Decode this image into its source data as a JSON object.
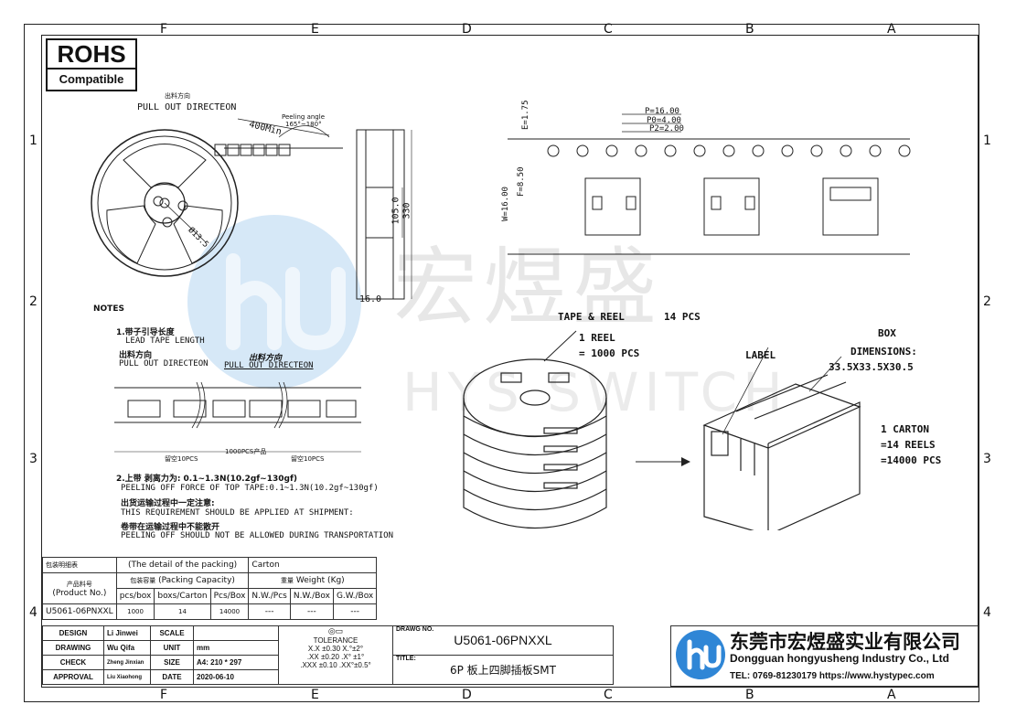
{
  "zones_top": [
    "F",
    "E",
    "D",
    "C",
    "B",
    "A"
  ],
  "zones_side": [
    "1",
    "2",
    "3",
    "4"
  ],
  "rohs": {
    "line1": "ROHS",
    "line2": "Compatible"
  },
  "watermark": {
    "cn": "宏煜盛",
    "en": "HYS SWITCH"
  },
  "reel": {
    "cn_pull": "出料方向",
    "pull_out": "PULL OUT DIRECTEON",
    "length": "400Min",
    "peeling": "Peeling angle",
    "peeling_range": "165°~180°",
    "hub": "Ø13.5",
    "dim_105": "105.0",
    "dim_330": "330",
    "dim_16": "16.0"
  },
  "tape": {
    "e": "E=1.75",
    "f": "F=8.50",
    "w": "W=16.00",
    "p": "P=16.00",
    "p0": "P0=4.00",
    "p2": "P2=2.00"
  },
  "notes": {
    "title": "NOTES",
    "n1_cn": "1.带子引导长度",
    "n1_en": "LEAD TAPE LENGTH",
    "n1_pull_cn": "出料方向",
    "n1_pull_en": "PULL OUT DIRECTEON",
    "n1_pull_cn2": "出料方向",
    "n1_pull_en2": "PULL OUT DIRECTEON",
    "empty_left": "留空10PCS",
    "full": "1000PCS产品",
    "empty_right": "留空10PCS",
    "n2_cn": "2.上带 剥离力为: 0.1~1.3N(10.2gf~130gf)",
    "n2_en": "PEELING OFF FORCE OF TOP TAPE:0.1~1.3N(10.2gf~130gf)",
    "n2_cn2": "出货运输过程中一定注意:",
    "n2_en2": "THIS REQUIREMENT SHOULD BE APPLIED AT SHIPMENT:",
    "n2_cn3": "卷带在运输过程中不能散开",
    "n2_en3": "PEELING OFF SHOULD NOT BE ALLOWED DURING TRANSPORTATION"
  },
  "packing": {
    "tape_reel": "TAPE & REEL",
    "pcs": "14 PCS",
    "reel1": "1 REEL",
    "reel_qty": "= 1000 PCS",
    "label": "LABEL",
    "box": "BOX",
    "dimensions": "DIMENSIONS:",
    "dim_value": "33.5X33.5X30.5",
    "carton": "1 CARTON",
    "reels": "=14 REELS",
    "pcs_total": "=14000 PCS"
  },
  "pack_table": {
    "header_cn": "包装明细表",
    "header_en": "(The detail of the packing)",
    "header_carton": "Carton",
    "col_product_cn": "产品料号",
    "col_product_en": "(Product No.)",
    "col_cap_cn": "包装容量",
    "col_cap_en": "(Packing Capacity)",
    "col_weight_cn": "重量",
    "col_weight_en": "Weight (Kg)",
    "sub": [
      "pcs/box",
      "boxs/Carton",
      "Pcs/Box",
      "N.W./Pcs",
      "N.W./Box",
      "G.W./Box"
    ],
    "row": {
      "product": "U5061-06PNXXL",
      "pcs_box": "1000",
      "boxs_carton": "14",
      "pcs_box2": "14000",
      "nw_pcs": "---",
      "nw_box": "---",
      "gw_box": "---"
    }
  },
  "title_block": {
    "design": "DESIGN",
    "design_name": "Li Jinwei",
    "drawing": "DRAWING",
    "drawing_name": "Wu Qifa",
    "check": "CHECK",
    "check_name": "Zheng Jinxian",
    "approval": "APPROVAL",
    "approval_name": "Liu Xiaohong",
    "scale": "SCALE",
    "scale_val": "",
    "unit": "UNIT",
    "unit_val": "mm",
    "size": "SIZE",
    "size_val": "A4: 210 * 297",
    "date": "DATE",
    "date_val": "2020-06-10",
    "tolerance": "TOLERANCE",
    "tol": [
      [
        "X.X",
        "±0.30",
        "X.°±2°"
      ],
      [
        ".XX",
        "±0.20",
        ".X° ±1°"
      ],
      [
        ".XXX",
        "±0.10",
        ".XX°±0.5°"
      ]
    ],
    "drawing_no_label": "DRAWG NO.",
    "drawing_no": "U5061-06PNXXL",
    "title_label": "TITLE:",
    "title": "6P 板上四脚插板SMT"
  },
  "company": {
    "cn": "东莞市宏煜盛实业有限公司",
    "en": "Dongguan hongyusheng Industry Co., Ltd",
    "tel": "TEL: 0769-81230179  https://www.hystypec.com"
  }
}
